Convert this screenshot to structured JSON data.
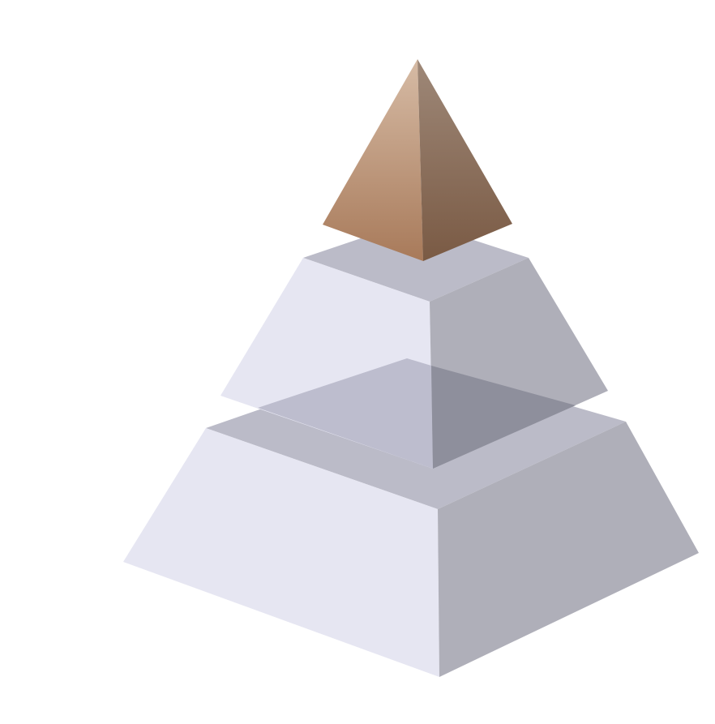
{
  "diagram": {
    "type": "stacked-pyramid",
    "tiers": [
      {
        "id": "apex",
        "colors": {
          "left_top": "#d6bba5",
          "left_bottom": "#a87a5a",
          "right_top": "#9e8878",
          "right_bottom": "#7a5a44"
        }
      },
      {
        "id": "middle",
        "colors": {
          "top": "#bbbbc8",
          "left": "#e6e6f2",
          "right": "#afafb9"
        }
      },
      {
        "id": "bottom",
        "colors": {
          "top": "#bbbbc8",
          "left": "#e6e6f2",
          "right": "#afafb9",
          "overlap_left": "#bdbdce",
          "overlap_right": "#8e8f9c"
        }
      }
    ],
    "background": "#ffffff"
  }
}
